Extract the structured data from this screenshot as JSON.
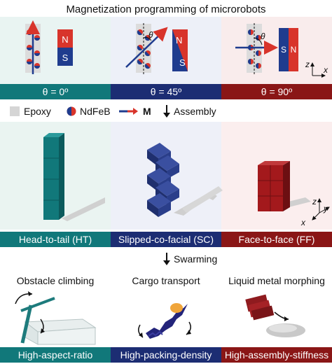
{
  "title": "Magnetization programming of microrobots",
  "colors": {
    "teal": "#11787a",
    "navy": "#1c2d73",
    "maroon": "#8a1616",
    "red": "#d8342b",
    "blue": "#1f3c8e"
  },
  "magnet": {
    "north": "N",
    "south": "S"
  },
  "angle_symbol": "θ",
  "axes_top": {
    "z": "z",
    "x": "x"
  },
  "axes_mid": {
    "z": "z",
    "y": "y",
    "x": "x"
  },
  "theta_bars": [
    "θ = 0º",
    "θ = 45º",
    "θ = 90º"
  ],
  "legend": {
    "epoxy": "Epoxy",
    "ndfeb": "NdFeB",
    "m": "M",
    "assembly": "Assembly"
  },
  "assembly_bars": [
    "Head-to-tail (HT)",
    "Slipped-co-facial (SC)",
    "Face-to-face (FF)"
  ],
  "swarming": "Swarming",
  "tasks": [
    "Obstacle climbing",
    "Cargo transport",
    "Liquid metal morphing"
  ],
  "property_bars": [
    "High-aspect-ratio",
    "High-packing-density",
    "High-assembly-stiffness"
  ]
}
